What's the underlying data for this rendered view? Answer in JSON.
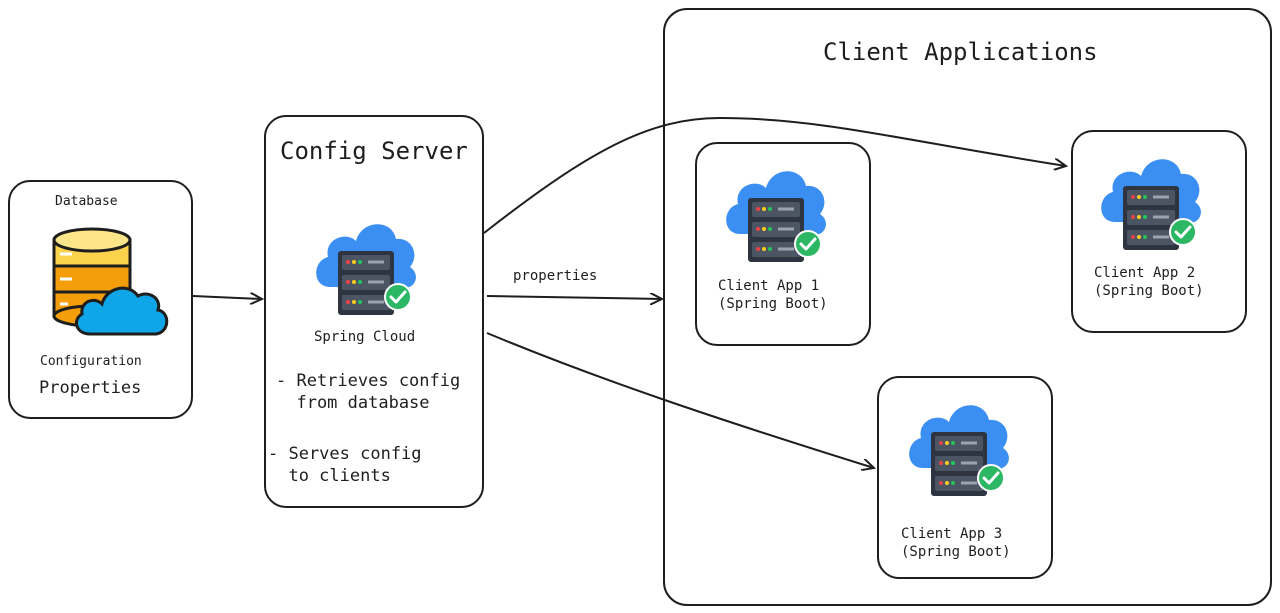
{
  "database_box": {
    "label": "Database",
    "caption_line1": "Configuration",
    "caption_line2": "Properties"
  },
  "config_server": {
    "title": "Config Server",
    "icon_label": "Spring Cloud",
    "bullets": [
      {
        "line1": "- Retrieves config",
        "line2": "  from database"
      },
      {
        "line1": "- Serves config",
        "line2": "  to clients"
      }
    ]
  },
  "arrow_label": "properties",
  "client_applications": {
    "title": "Client Applications",
    "apps": [
      {
        "line1": "Client App 1",
        "line2": "(Spring Boot)"
      },
      {
        "line1": "Client App 2",
        "line2": "(Spring Boot)"
      },
      {
        "line1": "Client App 3",
        "line2": "(Spring Boot)"
      }
    ]
  },
  "colors": {
    "stroke": "#1e1e1e",
    "cloud_blue": "#3b8ff2",
    "server_dark": "#2f3540",
    "check_green": "#2bb763",
    "db_yellow": "#fcd34d",
    "db_orange": "#f59e0b",
    "db_cloud": "#0ea5e9"
  }
}
